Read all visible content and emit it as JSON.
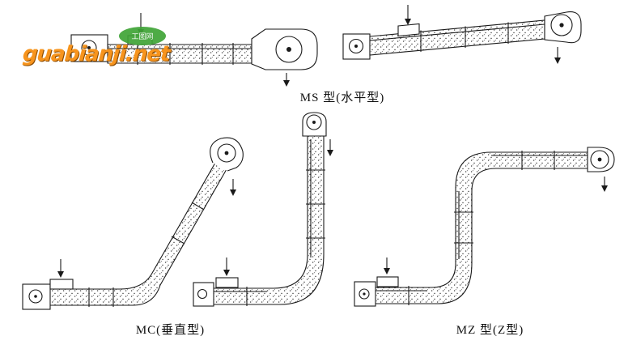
{
  "captions": {
    "ms": "MS 型(水平型)",
    "mc": "MC(垂直型)",
    "mz": "MZ 型(Z型)"
  },
  "watermark": {
    "site": "guabianji.net",
    "badge": "工图网"
  },
  "colors": {
    "watermark_orange": "#f7941d",
    "badge_green": "#3fa437",
    "line": "#1a1a1a",
    "background": "#ffffff"
  }
}
